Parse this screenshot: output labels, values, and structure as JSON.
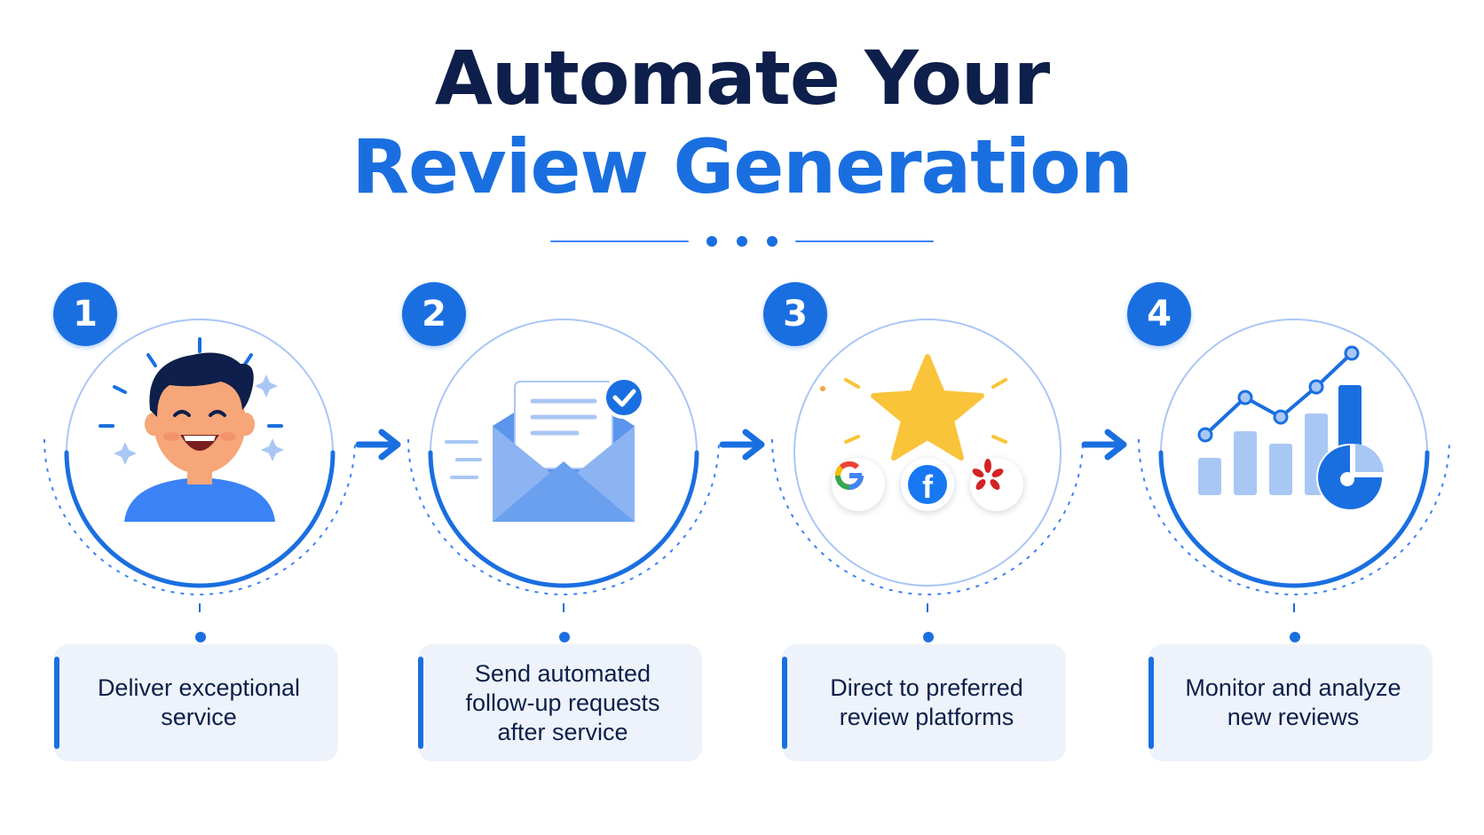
{
  "title": {
    "line1": "Automate Your",
    "line2": "Review Generation"
  },
  "colors": {
    "primary": "#1a6fe0",
    "navy": "#0d1f4a",
    "light_blue": "#a9c7f5",
    "card_bg": "#eef3fb",
    "star": "#f9c43a",
    "yelp_red": "#d32323",
    "skin": "#f6a679",
    "hair": "#0d1f4a"
  },
  "steps": [
    {
      "number": "1",
      "icon": "smiling-person-icon",
      "text_lines": [
        "Deliver exceptional",
        "service"
      ]
    },
    {
      "number": "2",
      "icon": "email-envelope-check-icon",
      "text_lines": [
        "Send automated",
        "follow-up requests",
        "after service"
      ]
    },
    {
      "number": "3",
      "icon": "review-star-platforms-icon",
      "text_lines": [
        "Direct to preferred",
        "review platforms"
      ]
    },
    {
      "number": "4",
      "icon": "analytics-chart-icon",
      "text_lines": [
        "Monitor and analyze",
        "new reviews"
      ]
    }
  ],
  "platforms": [
    {
      "name": "google",
      "icon": "google-logo-icon",
      "glyph": "G"
    },
    {
      "name": "facebook",
      "icon": "facebook-logo-icon",
      "glyph": "f"
    },
    {
      "name": "yelp",
      "icon": "yelp-logo-icon"
    }
  ]
}
